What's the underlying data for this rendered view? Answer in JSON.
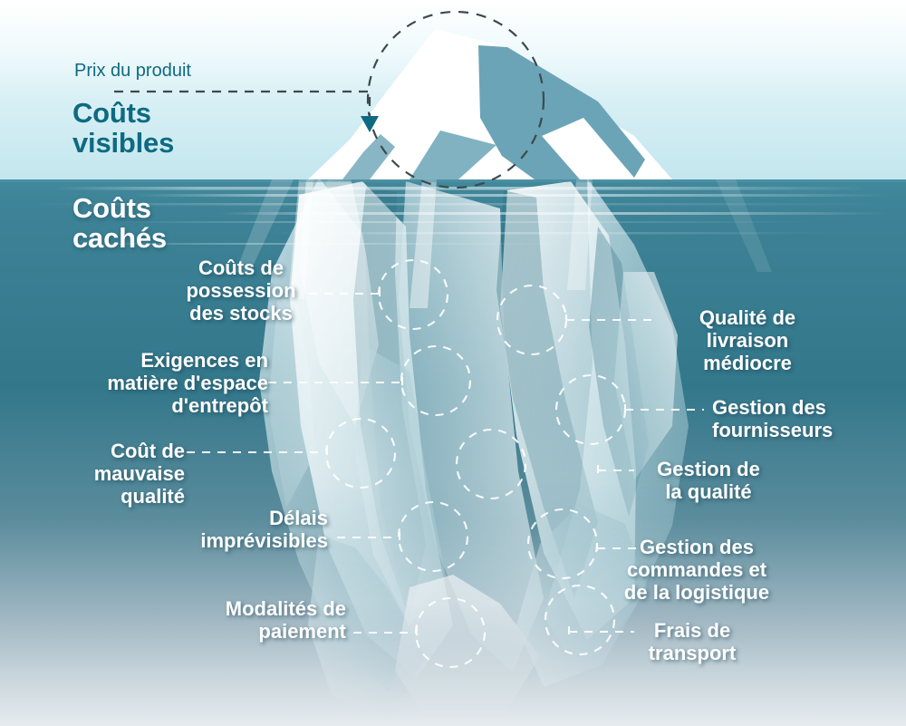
{
  "meta": {
    "title": "Iceberg des coûts visibles et cachés",
    "language": "fr"
  },
  "palette": {
    "sky_top": "#ffffff",
    "sky_bottom": "#c4e6ee",
    "water_top": "#3d8296",
    "water_mid": "#2f7689",
    "water_bottom": "#e3e9ee",
    "accent_dark_teal": "#0e6a82",
    "label_white": "#ffffff",
    "iceberg_white": "#ffffff",
    "iceberg_shadow": "#6ba4b6",
    "dash_dark": "#3c4a4f",
    "dash_light": "#ffffff"
  },
  "above_water": {
    "price_label": "Prix du produit",
    "heading": "Coûts\nvisibles"
  },
  "below_water": {
    "heading": "Coûts\ncachés"
  },
  "callouts_left": [
    {
      "id": "couts-possession-stocks",
      "text": "Coûts de\npossession\ndes stocks"
    },
    {
      "id": "exigences-espace-entrepot",
      "text": "Exigences en\nmatière d'espace\nd'entrepôt"
    },
    {
      "id": "cout-mauvaise-qualite",
      "text": "Coût de\nmauvaise qualité"
    },
    {
      "id": "delais-imprevisibles",
      "text": "Délais\nimprévisibles"
    },
    {
      "id": "modalites-paiement",
      "text": "Modalités de\npaiement"
    }
  ],
  "callouts_right": [
    {
      "id": "qualite-livraison-mediocre",
      "text": "Qualité de\nlivraison\nmédiocre"
    },
    {
      "id": "gestion-fournisseurs",
      "text": "Gestion des\nfournisseurs"
    },
    {
      "id": "gestion-qualite",
      "text": "Gestion de\nla qualité"
    },
    {
      "id": "gestion-commandes-logistique",
      "text": "Gestion des\ncommandes et\nde la logistique"
    },
    {
      "id": "frais-transport",
      "text": "Frais de\ntransport"
    }
  ]
}
